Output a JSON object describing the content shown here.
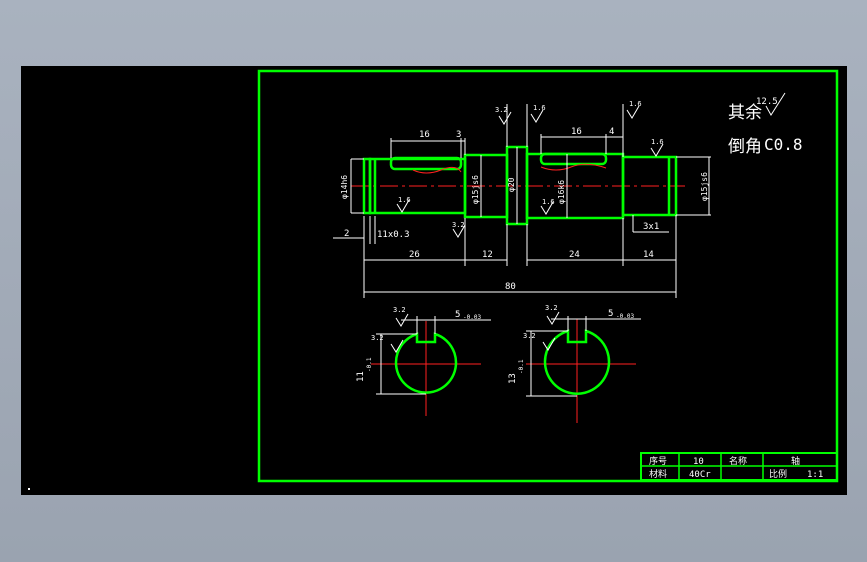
{
  "notes": {
    "rest_label": "其余",
    "rest_roughness": "12.5",
    "chamfer_label": "倒角",
    "chamfer_value": "C0.8"
  },
  "dims": {
    "key1_len": "16",
    "key1_off": "3",
    "key2_len": "16",
    "key2_off": "4",
    "d_left": "φ14h6",
    "d_15_left": "φ15js6",
    "d_20": "φ20",
    "d_16": "φ16k6",
    "d_15_right": "φ15js6",
    "groove": "11x0.3",
    "left_len": "2",
    "len_26": "26",
    "len_12": "12",
    "len_24": "24",
    "len_14": "14",
    "total": "80",
    "chamfer_right": "3x1",
    "sec1_depth": "11",
    "sec1_tol": "-0.1",
    "sec1_width": "5",
    "sec1_wtol": "-0.03",
    "sec2_depth": "13",
    "sec2_tol": "-0.1",
    "sec2_width": "5",
    "sec2_wtol": "-0.03"
  },
  "roughness": {
    "r1": "3.2",
    "r2": "1.6",
    "r3": "1.6",
    "r4": "1.6",
    "r5": "1.6",
    "r6": "1.6",
    "r7": "3.2",
    "r8": "3.2",
    "r9": "3.2",
    "r10": "3.2",
    "r11": "3.2"
  },
  "title_block": {
    "seq_label": "序号",
    "seq_value": "10",
    "name_label": "名称",
    "name_value": "轴",
    "material_label": "材料",
    "material_value": "40Cr",
    "scale_label": "比例",
    "scale_value": "1:1"
  },
  "colors": {
    "background": "#000000",
    "outline": "#00ff00",
    "centerline": "#ff2020",
    "dimension": "#ffffff"
  }
}
